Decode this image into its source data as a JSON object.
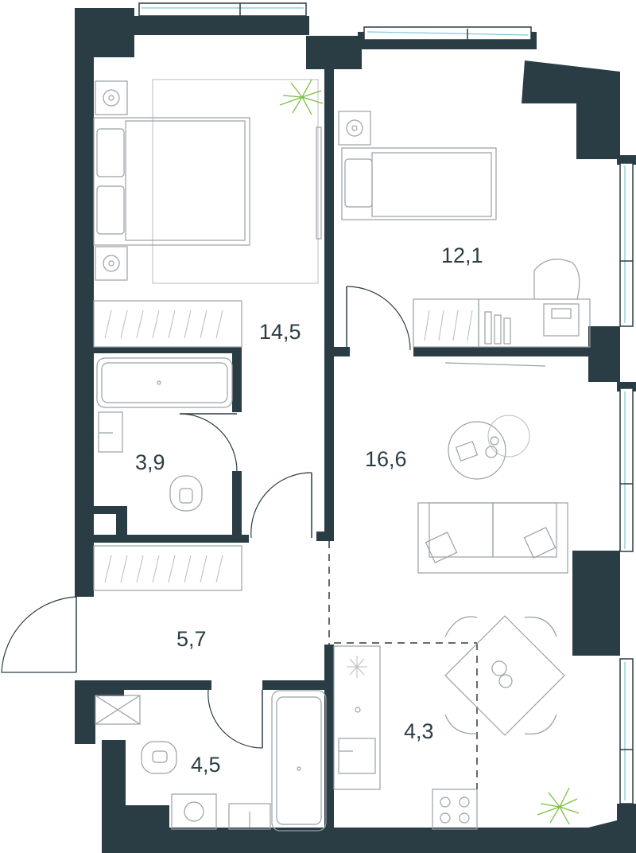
{
  "rooms": [
    {
      "name": "bedroom-main",
      "area": "14,5"
    },
    {
      "name": "bedroom-second",
      "area": "12,1"
    },
    {
      "name": "living-room",
      "area": "16,6"
    },
    {
      "name": "bathroom-upper",
      "area": "3,9"
    },
    {
      "name": "hallway",
      "area": "5,7"
    },
    {
      "name": "bathroom-lower",
      "area": "4,5"
    },
    {
      "name": "kitchen",
      "area": "4,3"
    }
  ],
  "colors": {
    "wall": "#2b3d44",
    "furniture": "#9aa1a5",
    "window_glass": "#7fc6d6",
    "plant": "#7bc043"
  }
}
